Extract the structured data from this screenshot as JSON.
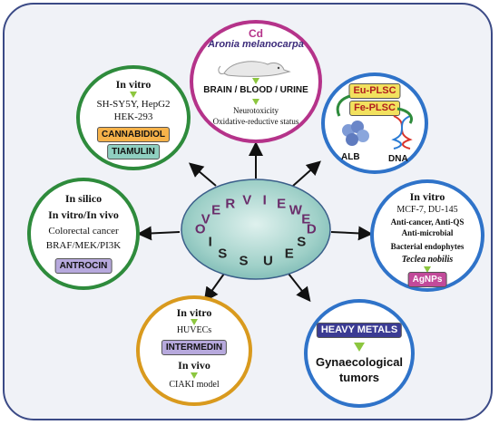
{
  "center": {
    "top_letters": [
      "O",
      "V",
      "E",
      "R",
      "V",
      "I",
      "E",
      "W",
      "E",
      "D"
    ],
    "bottom_letters": [
      "I",
      "S",
      "S",
      "U",
      "E",
      "S"
    ]
  },
  "top_node": {
    "cd": "Cd",
    "species": "Aronia melanocarpa",
    "organs": "BRAIN / BLOOD / URINE",
    "line1": "Neurotoxicity",
    "line2": "Oxidative-reductive status"
  },
  "upper_left_node": {
    "heading": "In vitro",
    "cells1": "SH-SY5Y, HepG2",
    "cells2": "HEK-293",
    "pill1": "CANNABIDIOL",
    "pill2": "TIAMULIN"
  },
  "upper_right_node": {
    "pill1": "Eu-PLSC",
    "pill2": "Fe-PLSC",
    "label_left": "ALB",
    "label_right": "DNA"
  },
  "left_node": {
    "line1": "In silico",
    "line2": "In vitro/In vivo",
    "line3": "Colorectal cancer",
    "line4": "BRAF/MEK/PI3K",
    "pill": "ANTROCIN"
  },
  "right_node": {
    "heading": "In vitro",
    "cells": "MCF-7, DU-145",
    "line1": "Anti-cancer, Anti-QS",
    "line2": "Anti-microbial",
    "line3": "Bacterial endophytes",
    "species": "Teclea nobilis",
    "pill": "AgNPs"
  },
  "lower_left_node": {
    "heading1": "In vitro",
    "cells": "HUVECs",
    "pill": "INTERMEDIN",
    "heading2": "In vivo",
    "model": "CIAKI model"
  },
  "lower_right_node": {
    "pill": "HEAVY METALS",
    "line1": "Gynaecological",
    "line2": "tumors"
  },
  "colors": {
    "frame": "#3b4a86",
    "arrow_green": "#8cc63f",
    "top_ring": "#b5338a",
    "upper_left_ring": "#2e8b3c",
    "upper_right_ring": "#2f73c9",
    "left_ring": "#2e8b3c",
    "right_ring": "#2f73c9",
    "lower_left_ring": "#d99a1e",
    "lower_right_ring": "#2f73c9",
    "center_fill": "#9fd0c8"
  }
}
